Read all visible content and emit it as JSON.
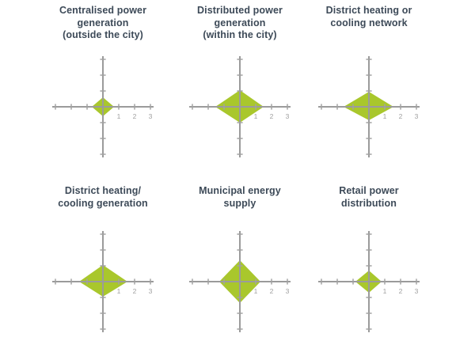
{
  "page": {
    "background": "#ffffff",
    "description": "Six diamond radar mini-charts comparing energy value chain segments"
  },
  "colors": {
    "diamond_fill": "#a9c72c",
    "axis_line": "#9b9b9b",
    "tick_mark": "#a2a2a2",
    "tick_label": "#9f9f9f",
    "title_text": "#3d4a58"
  },
  "chart_data": [
    {
      "type": "radar",
      "title": "Centralised power generation (outside the city)",
      "title_lines": [
        "Centralised power",
        "generation",
        "(outside the city)"
      ],
      "axes": [
        "right",
        "up",
        "left",
        "down"
      ],
      "values": {
        "right": 0.7,
        "up": 0.6,
        "left": 0.7,
        "down": 0.6
      },
      "axis_max": 3.2,
      "tick_positions": [
        1,
        2,
        3
      ],
      "tick_labels": [
        "1",
        "2",
        "3"
      ],
      "labeled_axis": "right"
    },
    {
      "type": "radar",
      "title": "Distributed power generation (within the city)",
      "title_lines": [
        "Distributed power",
        "generation",
        "(within the city)"
      ],
      "axes": [
        "right",
        "up",
        "left",
        "down"
      ],
      "values": {
        "right": 1.5,
        "up": 1.05,
        "left": 1.55,
        "down": 1.0
      },
      "axis_max": 3.2,
      "tick_positions": [
        1,
        2,
        3
      ],
      "tick_labels": [
        "1",
        "2",
        "3"
      ],
      "labeled_axis": "right"
    },
    {
      "type": "radar",
      "title": "District heating or cooling network",
      "title_lines": [
        "District heating or",
        "cooling network"
      ],
      "axes": [
        "right",
        "up",
        "left",
        "down"
      ],
      "values": {
        "right": 1.55,
        "up": 0.95,
        "left": 1.6,
        "down": 0.85
      },
      "axis_max": 3.2,
      "tick_positions": [
        1,
        2,
        3
      ],
      "tick_labels": [
        "1",
        "2",
        "3"
      ],
      "labeled_axis": "right"
    },
    {
      "type": "radar",
      "title": "District heating/ cooling generation",
      "title_lines": [
        "District heating/",
        "cooling generation"
      ],
      "axes": [
        "right",
        "up",
        "left",
        "down"
      ],
      "values": {
        "right": 1.55,
        "up": 1.05,
        "left": 1.5,
        "down": 0.95
      },
      "axis_max": 3.2,
      "tick_positions": [
        1,
        2,
        3
      ],
      "tick_labels": [
        "1",
        "2",
        "3"
      ],
      "labeled_axis": "right"
    },
    {
      "type": "radar",
      "title": "Municipal energy supply",
      "title_lines": [
        "Municipal energy",
        "supply"
      ],
      "axes": [
        "right",
        "up",
        "left",
        "down"
      ],
      "values": {
        "right": 1.3,
        "up": 1.35,
        "left": 1.3,
        "down": 1.35
      },
      "axis_max": 3.2,
      "tick_positions": [
        1,
        2,
        3
      ],
      "tick_labels": [
        "1",
        "2",
        "3"
      ],
      "labeled_axis": "right"
    },
    {
      "type": "radar",
      "title": "Retail power distribution",
      "title_lines": [
        "Retail power",
        "distribution"
      ],
      "axes": [
        "right",
        "up",
        "left",
        "down"
      ],
      "values": {
        "right": 0.8,
        "up": 0.7,
        "left": 0.85,
        "down": 0.7
      },
      "axis_max": 3.2,
      "tick_positions": [
        1,
        2,
        3
      ],
      "tick_labels": [
        "1",
        "2",
        "3"
      ],
      "labeled_axis": "right"
    }
  ]
}
